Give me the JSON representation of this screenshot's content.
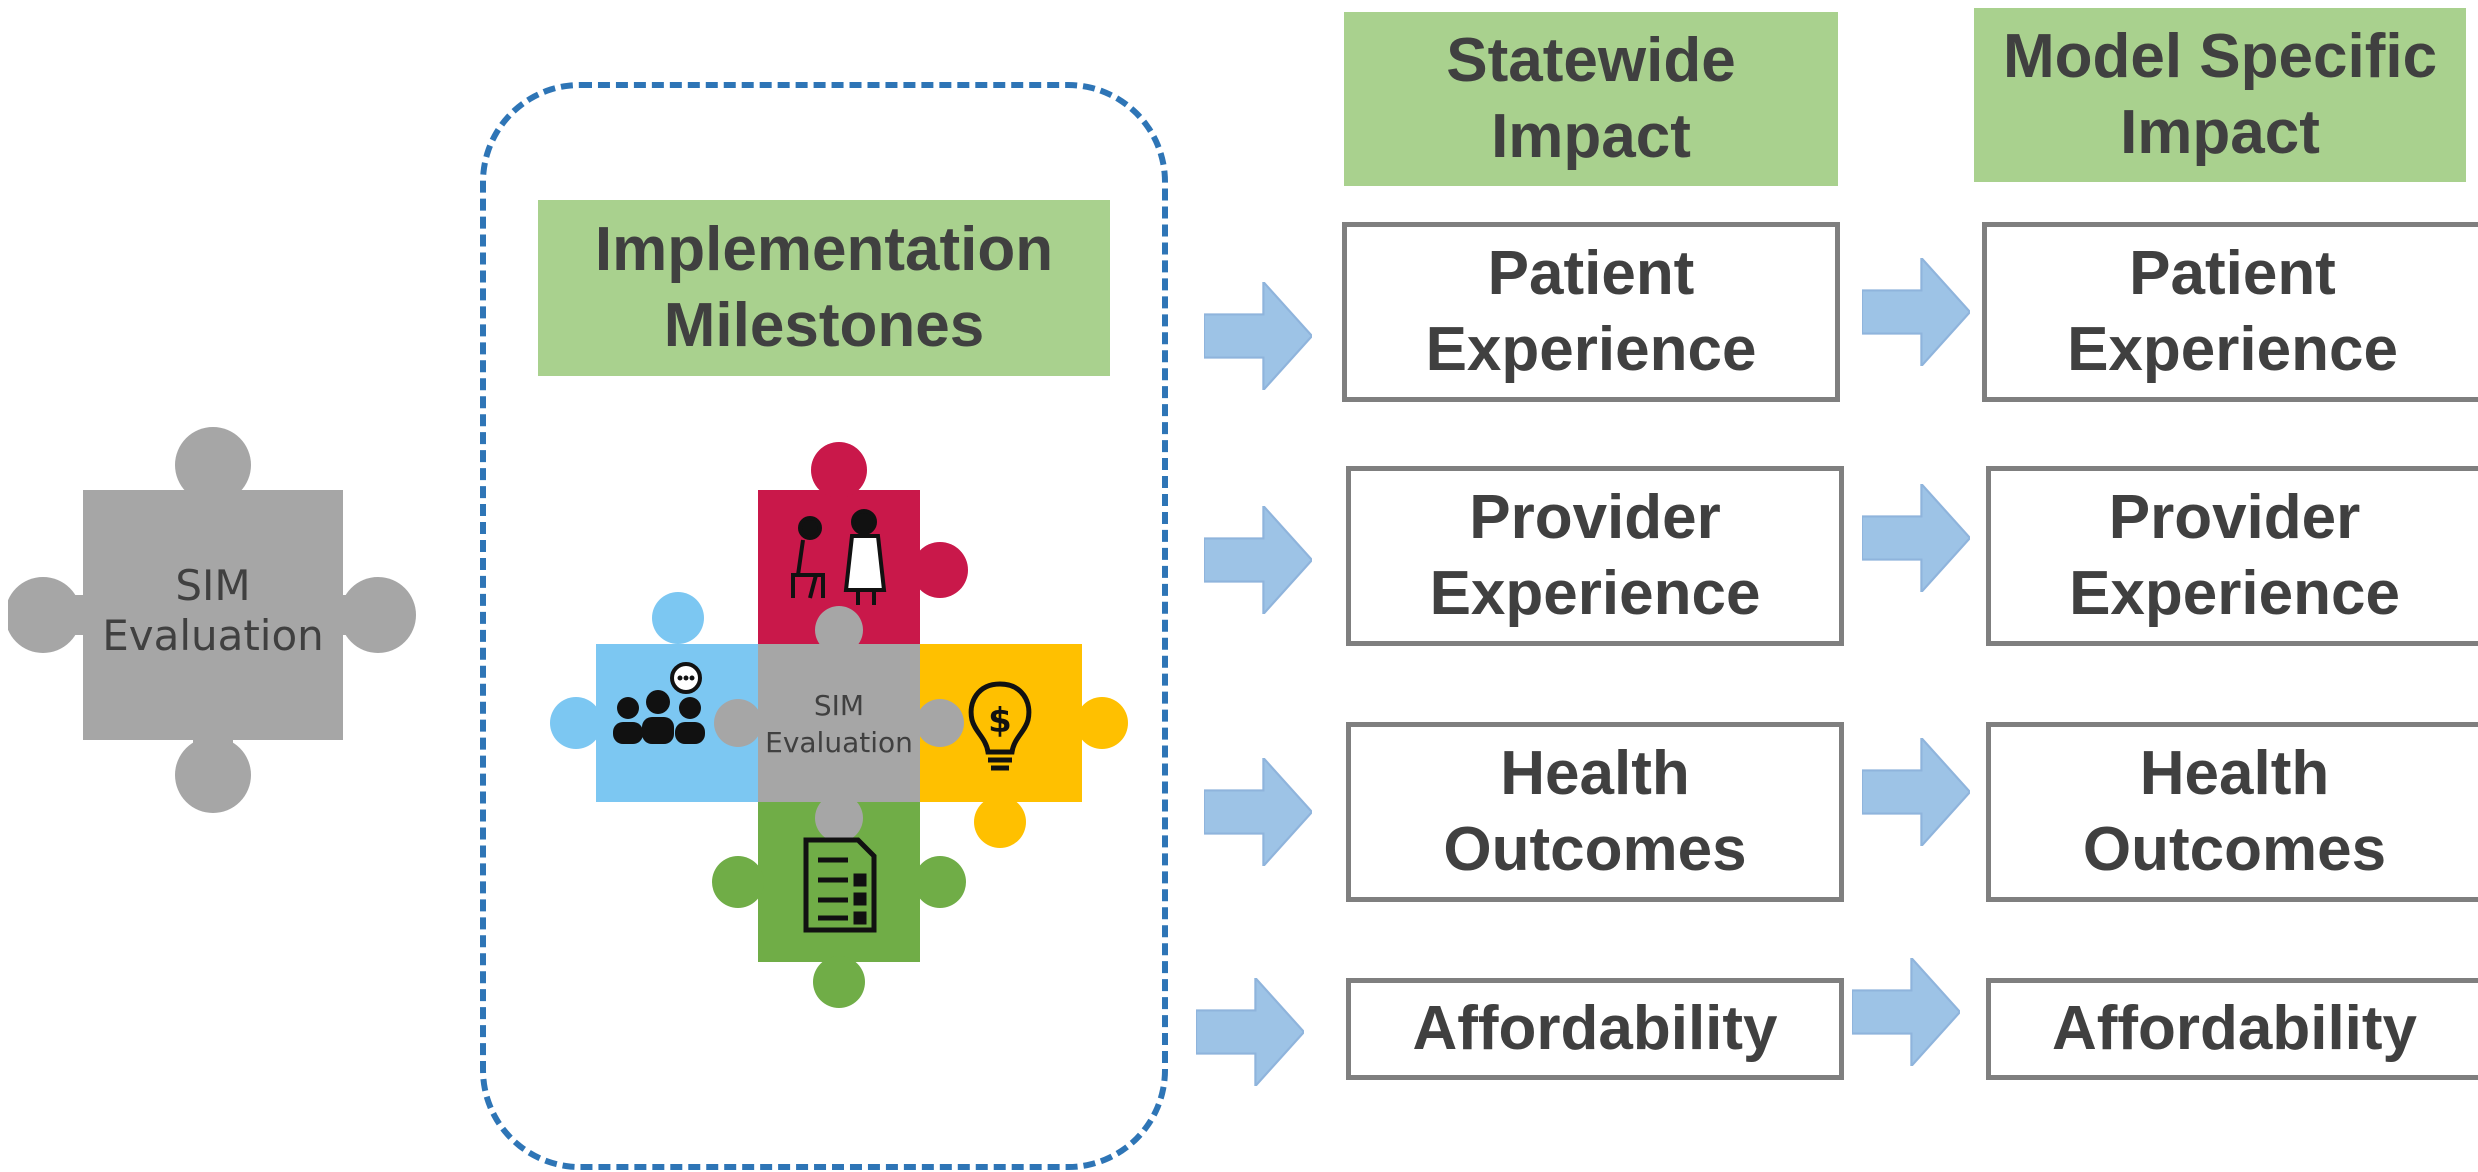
{
  "left_piece": {
    "label_line1": "SIM",
    "label_line2": "Evaluation"
  },
  "milestones": {
    "header": "Implementation\nMilestones",
    "center_piece": {
      "label_line1": "SIM",
      "label_line2": "Evaluation"
    },
    "icons": [
      "patient-doctor-icon",
      "group-chat-icon",
      "lightbulb-dollar-icon",
      "checklist-document-icon"
    ]
  },
  "columns": [
    {
      "header": "Statewide\nImpact",
      "boxes": [
        "Patient\nExperience",
        "Provider\nExperience",
        "Health\nOutcomes",
        "Affordability"
      ]
    },
    {
      "header": "Model Specific\nImpact",
      "boxes": [
        "Patient\nExperience",
        "Provider\nExperience",
        "Health\nOutcomes",
        "Affordability"
      ]
    }
  ],
  "colors": {
    "header_green": "#a9d18e",
    "dashed_border": "#2e75b6",
    "arrow_fill": "#9dc3e6",
    "piece_grey": "#a6a6a6",
    "piece_red": "#c9184a",
    "piece_blue": "#7cc7f2",
    "piece_yellow": "#ffc000",
    "piece_green": "#70ad47"
  }
}
